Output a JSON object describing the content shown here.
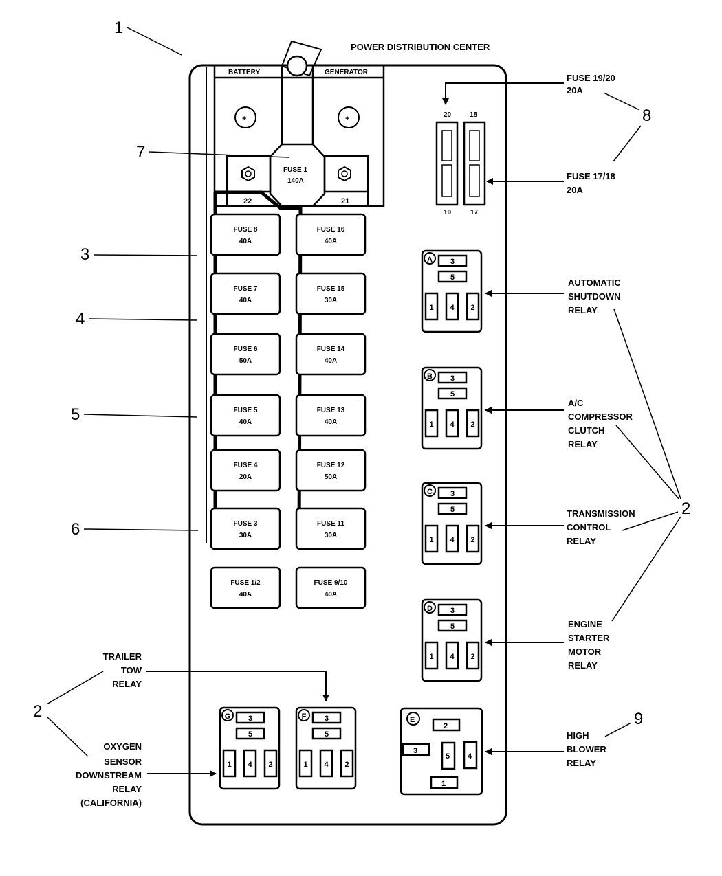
{
  "title": "POWER DISTRIBUTION CENTER",
  "colors": {
    "ink": "#000000",
    "paper": "#ffffff"
  },
  "callouts": {
    "c1": "1",
    "c2_right": "2",
    "c2_left": "2",
    "c3": "3",
    "c4": "4",
    "c5": "5",
    "c6": "6",
    "c7": "7",
    "c8": "8",
    "c9": "9"
  },
  "terminals": {
    "battery": "BATTERY",
    "generator": "GENERATOR",
    "stud_left": "22",
    "stud_right": "21",
    "main_fuse_name": "FUSE 1",
    "main_fuse_rating": "140A"
  },
  "fuses_left": [
    {
      "name": "FUSE 8",
      "rating": "40A"
    },
    {
      "name": "FUSE 7",
      "rating": "40A"
    },
    {
      "name": "FUSE 6",
      "rating": "50A"
    },
    {
      "name": "FUSE 5",
      "rating": "40A"
    },
    {
      "name": "FUSE 4",
      "rating": "20A"
    },
    {
      "name": "FUSE 3",
      "rating": "30A"
    },
    {
      "name": "FUSE 1/2",
      "rating": "40A"
    }
  ],
  "fuses_right": [
    {
      "name": "FUSE 16",
      "rating": "40A"
    },
    {
      "name": "FUSE 15",
      "rating": "30A"
    },
    {
      "name": "FUSE 14",
      "rating": "40A"
    },
    {
      "name": "FUSE 13",
      "rating": "40A"
    },
    {
      "name": "FUSE 12",
      "rating": "50A"
    },
    {
      "name": "FUSE 11",
      "rating": "30A"
    },
    {
      "name": "FUSE 9/10",
      "rating": "40A"
    }
  ],
  "mini_fuses": {
    "top_labels": [
      "20",
      "18"
    ],
    "bottom_labels": [
      "19",
      "17"
    ],
    "label_19_20": [
      "FUSE  19/20",
      "20A"
    ],
    "label_17_18": [
      "FUSE  17/18",
      "20A"
    ]
  },
  "relays_right": [
    {
      "id": "A",
      "pins": [
        "3",
        "5",
        "1",
        "4",
        "2"
      ],
      "label": [
        "AUTOMATIC",
        "SHUTDOWN",
        "RELAY"
      ]
    },
    {
      "id": "B",
      "pins": [
        "3",
        "5",
        "1",
        "4",
        "2"
      ],
      "label": [
        "A/C",
        "COMPRESSOR",
        "CLUTCH",
        "RELAY"
      ]
    },
    {
      "id": "C",
      "pins": [
        "3",
        "5",
        "1",
        "4",
        "2"
      ],
      "label": [
        "TRANSMISSION",
        "CONTROL",
        "RELAY"
      ]
    },
    {
      "id": "D",
      "pins": [
        "3",
        "5",
        "1",
        "4",
        "2"
      ],
      "label": [
        "ENGINE",
        "STARTER",
        "MOTOR",
        "RELAY"
      ]
    }
  ],
  "relays_bottom": [
    {
      "id": "G",
      "pins": [
        "3",
        "5",
        "1",
        "4",
        "2"
      ]
    },
    {
      "id": "F",
      "pins": [
        "3",
        "5",
        "1",
        "4",
        "2"
      ]
    }
  ],
  "relay_e": {
    "id": "E",
    "pins": [
      "2",
      "3",
      "5",
      "4",
      "1"
    ],
    "label": [
      "HIGH",
      "BLOWER",
      "RELAY"
    ]
  },
  "labels_left": {
    "trailer": [
      "TRAILER",
      "TOW",
      "RELAY"
    ],
    "oxygen": [
      "OXYGEN",
      "SENSOR",
      "DOWNSTREAM",
      "RELAY",
      "(CALIFORNIA)"
    ]
  }
}
